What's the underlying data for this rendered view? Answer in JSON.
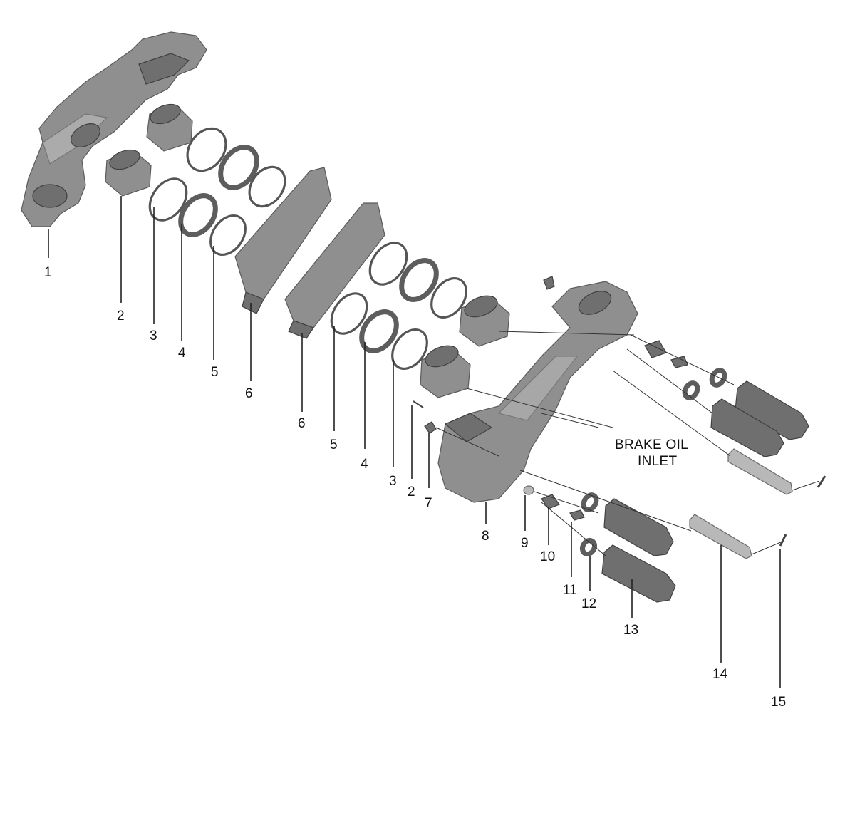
{
  "labels": {
    "n1": "1",
    "n2a": "2",
    "n3a": "3",
    "n4a": "4",
    "n5a": "5",
    "n6a": "6",
    "n6b": "6",
    "n5b": "5",
    "n4b": "4",
    "n3b": "3",
    "n2b": "2",
    "n7": "7",
    "n8": "8",
    "n9": "9",
    "n10": "10",
    "n11": "11",
    "n12": "12",
    "n13": "13",
    "n14": "14",
    "n15": "15"
  },
  "callout": {
    "line1": "BRAKE OIL",
    "line2": "INLET"
  }
}
